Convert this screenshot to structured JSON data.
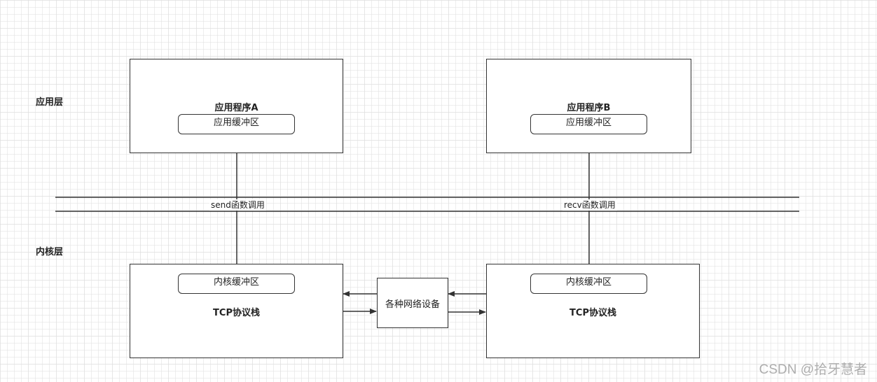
{
  "layers": {
    "application": "应用层",
    "kernel": "内核层"
  },
  "app_a": {
    "title": "应用程序A",
    "buffer": "应用缓冲区"
  },
  "app_b": {
    "title": "应用程序B",
    "buffer": "应用缓冲区"
  },
  "stack_a": {
    "title": "TCP协议栈",
    "buffer": "内核缓冲区"
  },
  "stack_b": {
    "title": "TCP协议栈",
    "buffer": "内核缓冲区"
  },
  "calls": {
    "send": "send函数调用",
    "recv": "recv函数调用"
  },
  "network_device": "各种网络设备",
  "watermark": "CSDN @拾牙慧者"
}
